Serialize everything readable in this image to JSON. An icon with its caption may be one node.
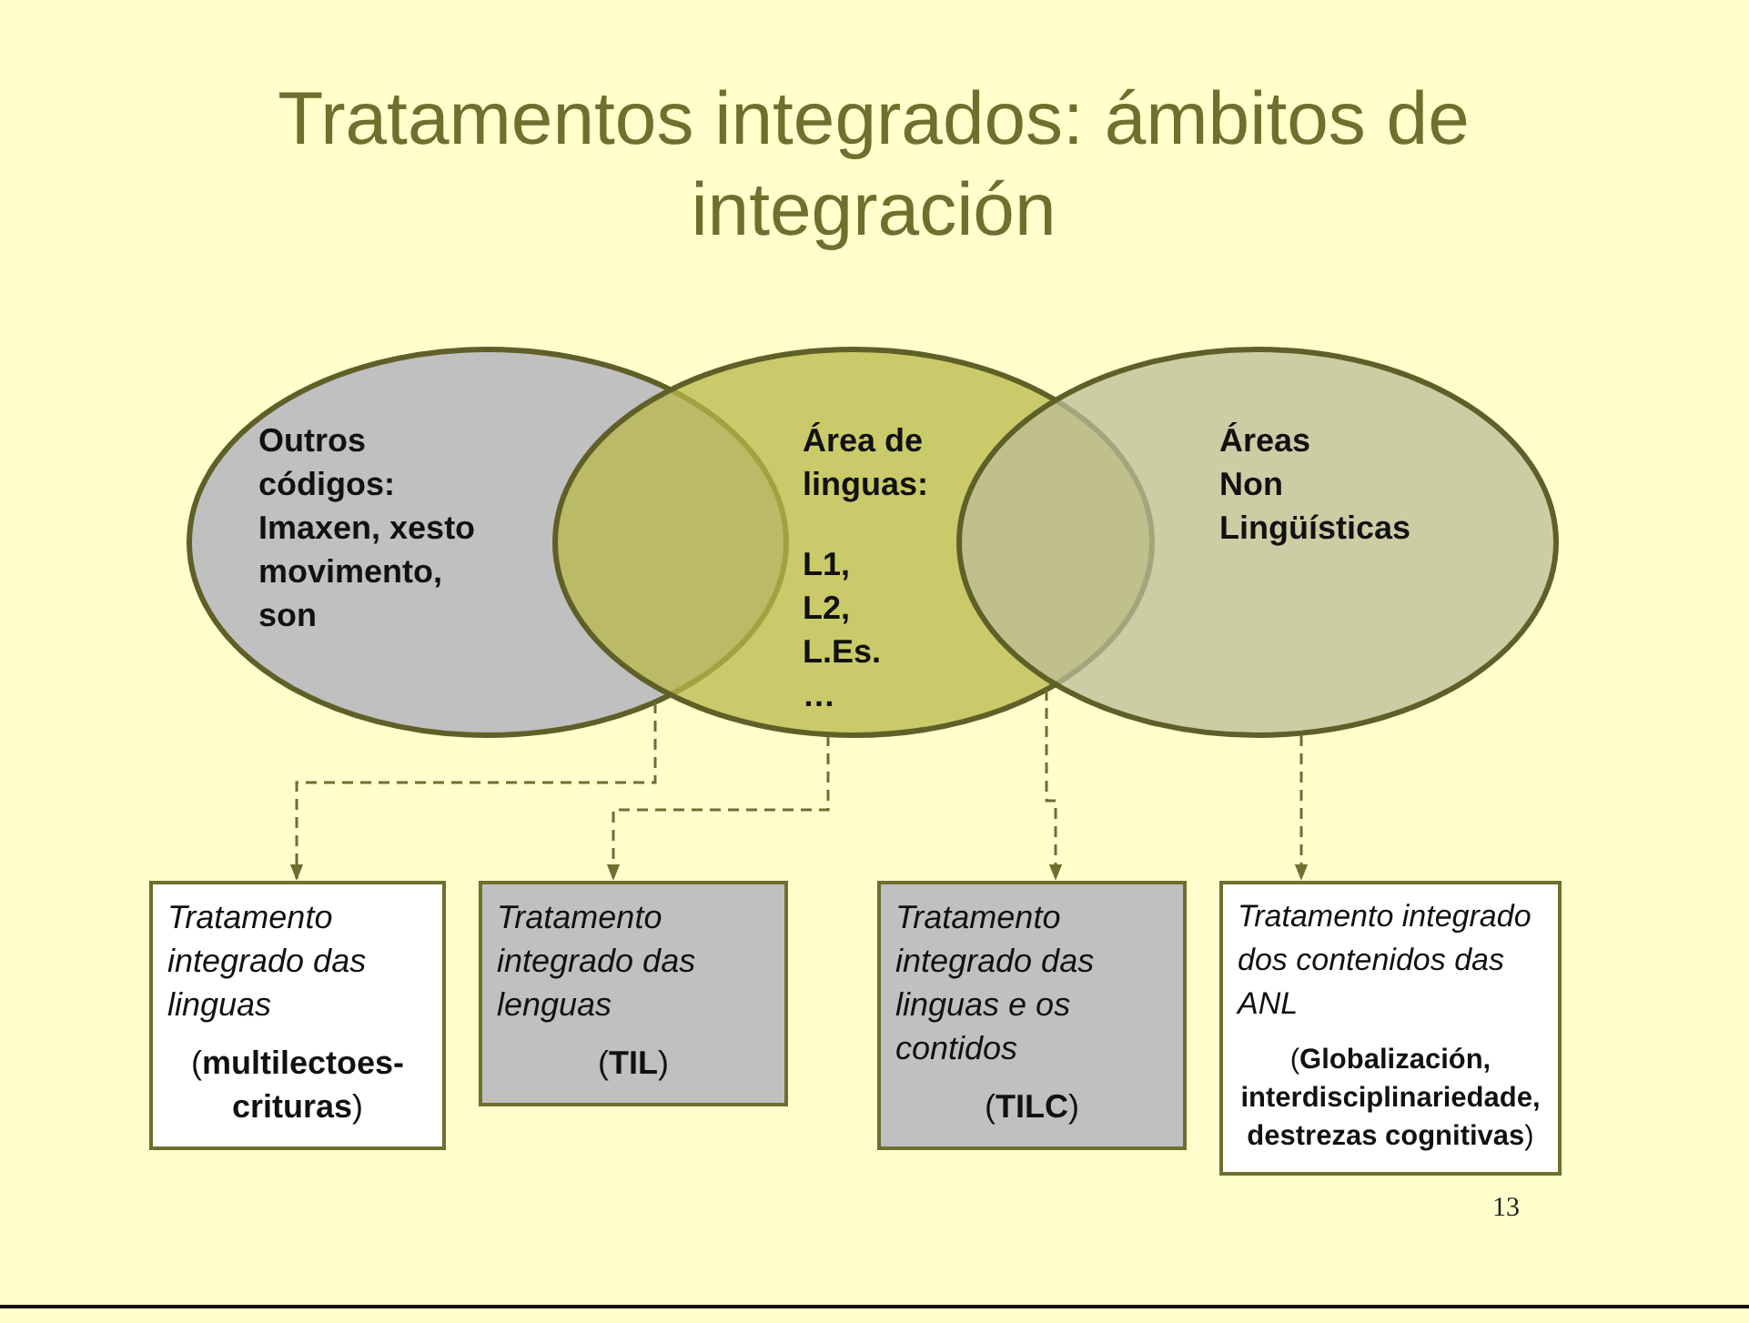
{
  "diagram": {
    "title": "Tratamentos integrados: ámbitos de integración",
    "nodes": [
      {
        "text": [
          "Outros códigos: Imaxen, xesto movimento, son"
        ]
      },
      {
        "text": [
          "Área de linguas:",
          "L1, L2, L.Es. …"
        ]
      },
      {
        "text": [
          "Áreas Non Lingüísticas"
        ]
      },
      {
        "text": [
          "Tratamento integrado das linguas",
          "(**multilectoes-crituras**)"
        ]
      },
      {
        "text": [
          "Tratamento integrado das lenguas",
          "(**TIL**)"
        ]
      },
      {
        "text": [
          "Tratamento integrado das linguas e os contidos",
          "(**TILC**)"
        ]
      },
      {
        "text": [
          "Tratamento integrado dos contenidos das ANL",
          "(**Globalización, interdisciplinariedade, destrezas cognitivas**)"
        ]
      }
    ],
    "edges": [
      {
        "from": 0,
        "to": 3,
        "arrow": "to",
        "style": "dashed"
      },
      {
        "from": 1,
        "to": 4,
        "arrow": "to",
        "style": "dashed"
      },
      {
        "from": 1,
        "to": 5,
        "arrow": "to",
        "style": "dashed"
      },
      {
        "from": 2,
        "to": 6,
        "arrow": "to",
        "style": "dashed"
      }
    ],
    "labels": [
      "13"
    ]
  }
}
